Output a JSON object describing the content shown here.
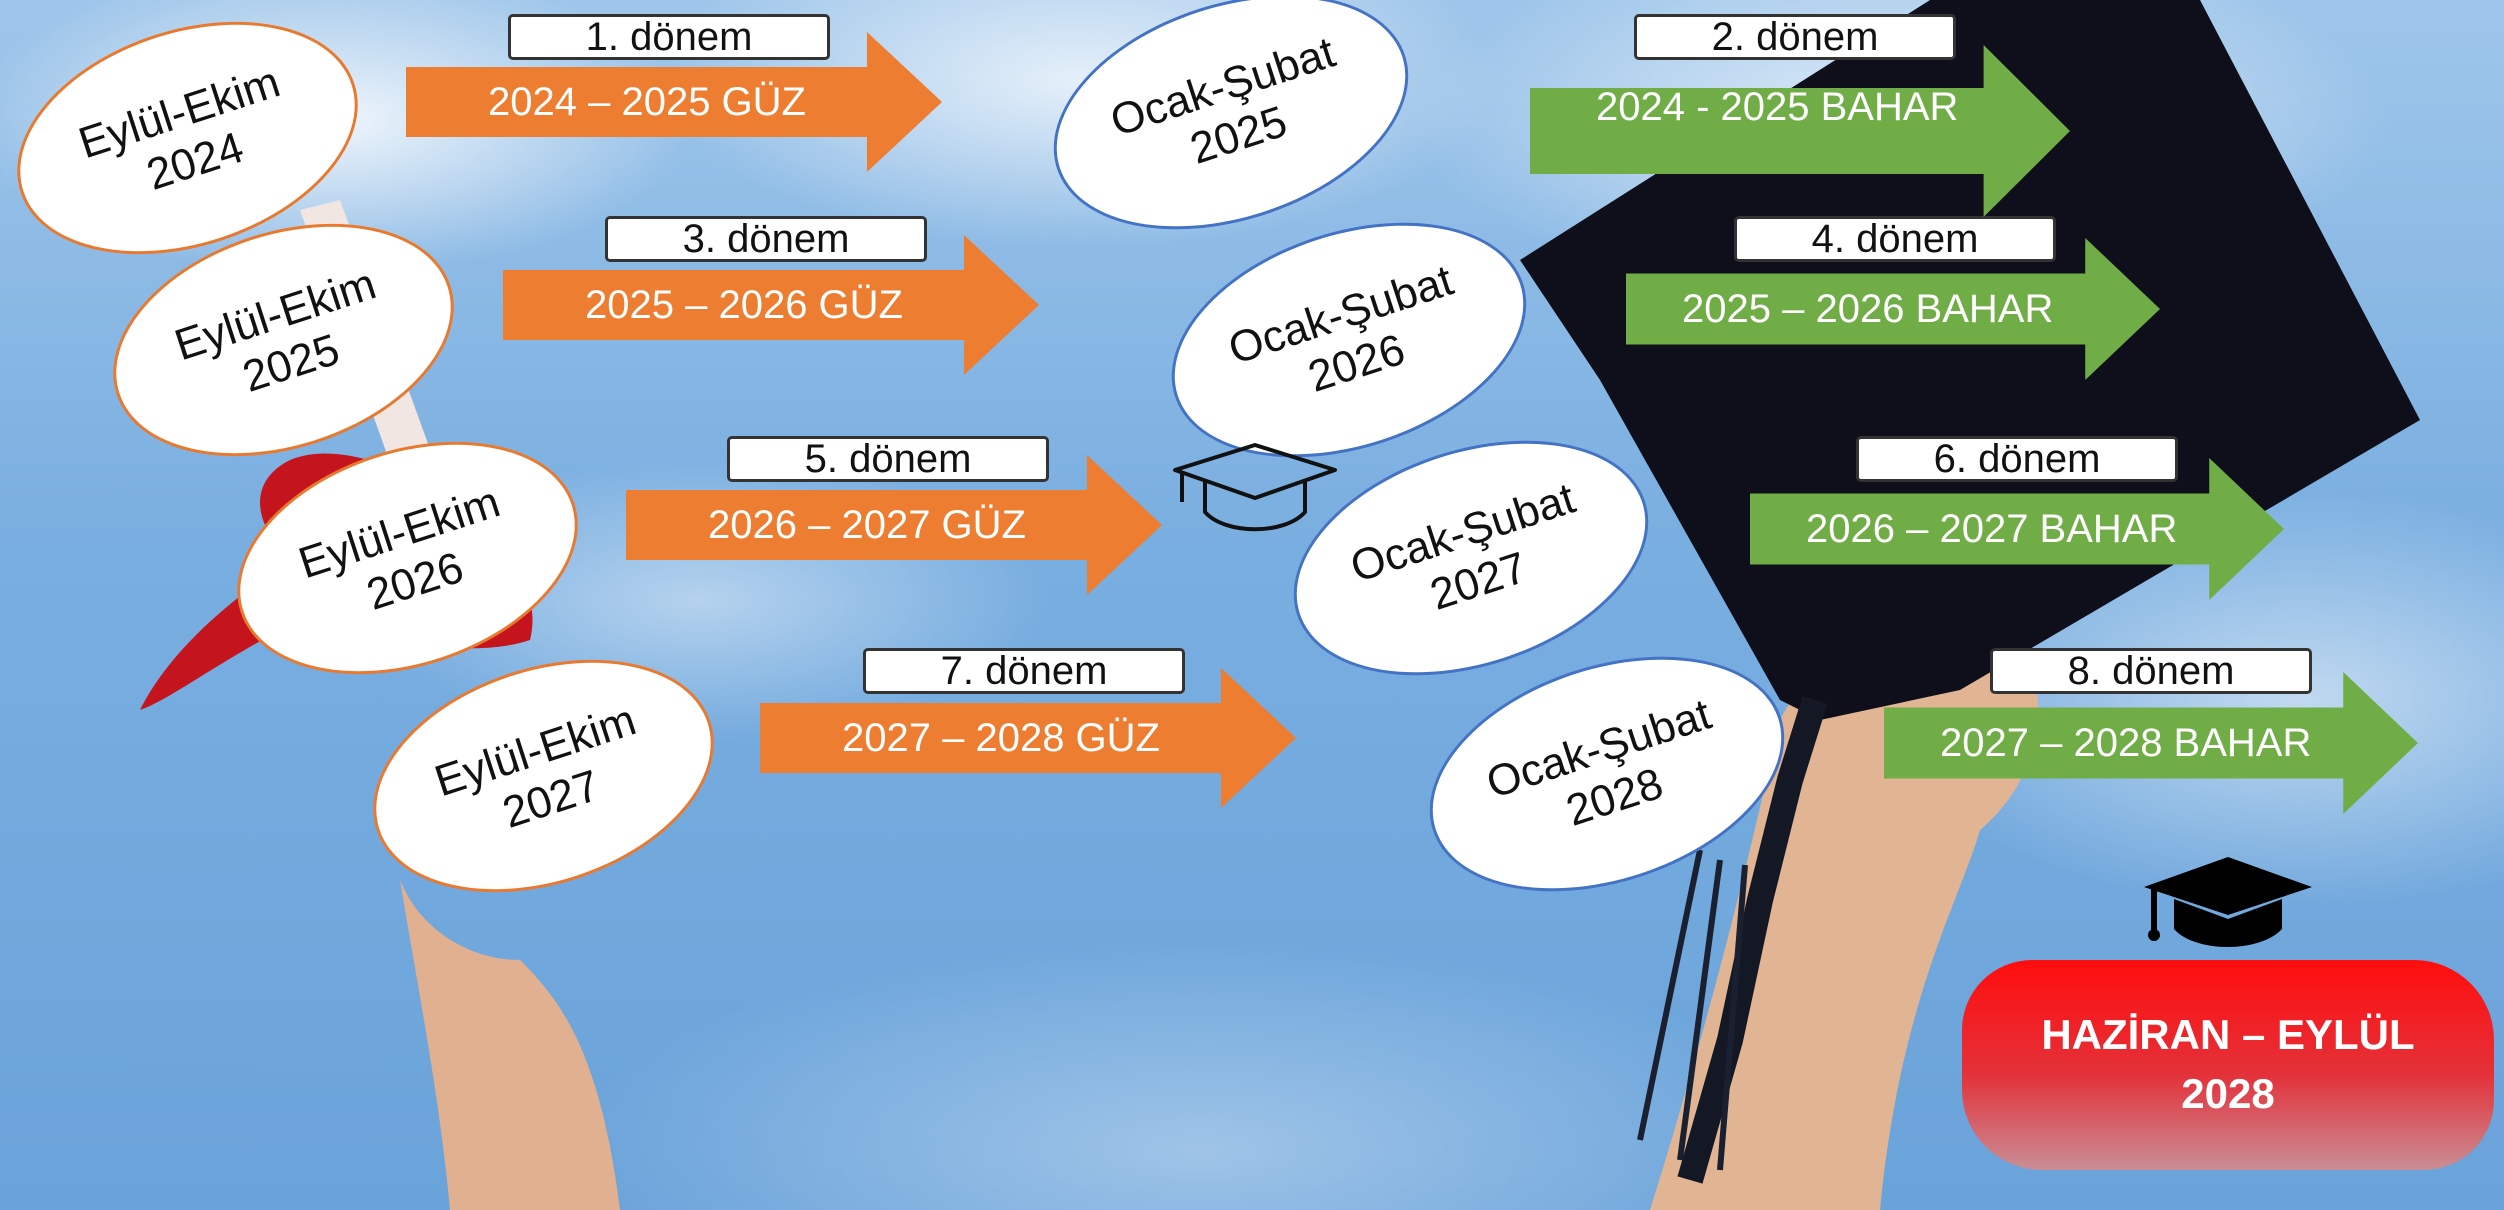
{
  "fall_ovals": [
    {
      "text": "Eylül-Ekim\n2024"
    },
    {
      "text": "Eylül-Ekim\n2025"
    },
    {
      "text": "Eylül-Ekim\n2026"
    },
    {
      "text": "Eylül-Ekim\n2027"
    }
  ],
  "spring_ovals": [
    {
      "text": "Ocak-Şubat\n2025"
    },
    {
      "text": "Ocak-Şubat\n2026"
    },
    {
      "text": "Ocak-Şubat\n2027"
    },
    {
      "text": "Ocak-Şubat\n2028"
    }
  ],
  "fall_terms": [
    {
      "label": "1. dönem",
      "arrow": "2024 – 2025 GÜZ"
    },
    {
      "label": "3. dönem",
      "arrow": "2025 – 2026 GÜZ"
    },
    {
      "label": "5. dönem",
      "arrow": "2026 – 2027 GÜZ"
    },
    {
      "label": "7. dönem",
      "arrow": "2027 – 2028 GÜZ"
    }
  ],
  "spring_terms": [
    {
      "label": "2. dönem",
      "arrow": "2024 - 2025 BAHAR"
    },
    {
      "label": "4. dönem",
      "arrow": "2025 – 2026 BAHAR"
    },
    {
      "label": "6. dönem",
      "arrow": "2026 – 2027 BAHAR"
    },
    {
      "label": "8. dönem",
      "arrow": "2027 – 2028 BAHAR"
    }
  ],
  "graduation": {
    "line1": "HAZİRAN – EYLÜL",
    "line2": "2028"
  },
  "colors": {
    "fall": "#ed7d31",
    "spring": "#70ad47",
    "graduation": "#ff0d0d"
  },
  "icons": [
    "graduation-cap-outline-icon",
    "graduation-cap-solid-icon"
  ]
}
